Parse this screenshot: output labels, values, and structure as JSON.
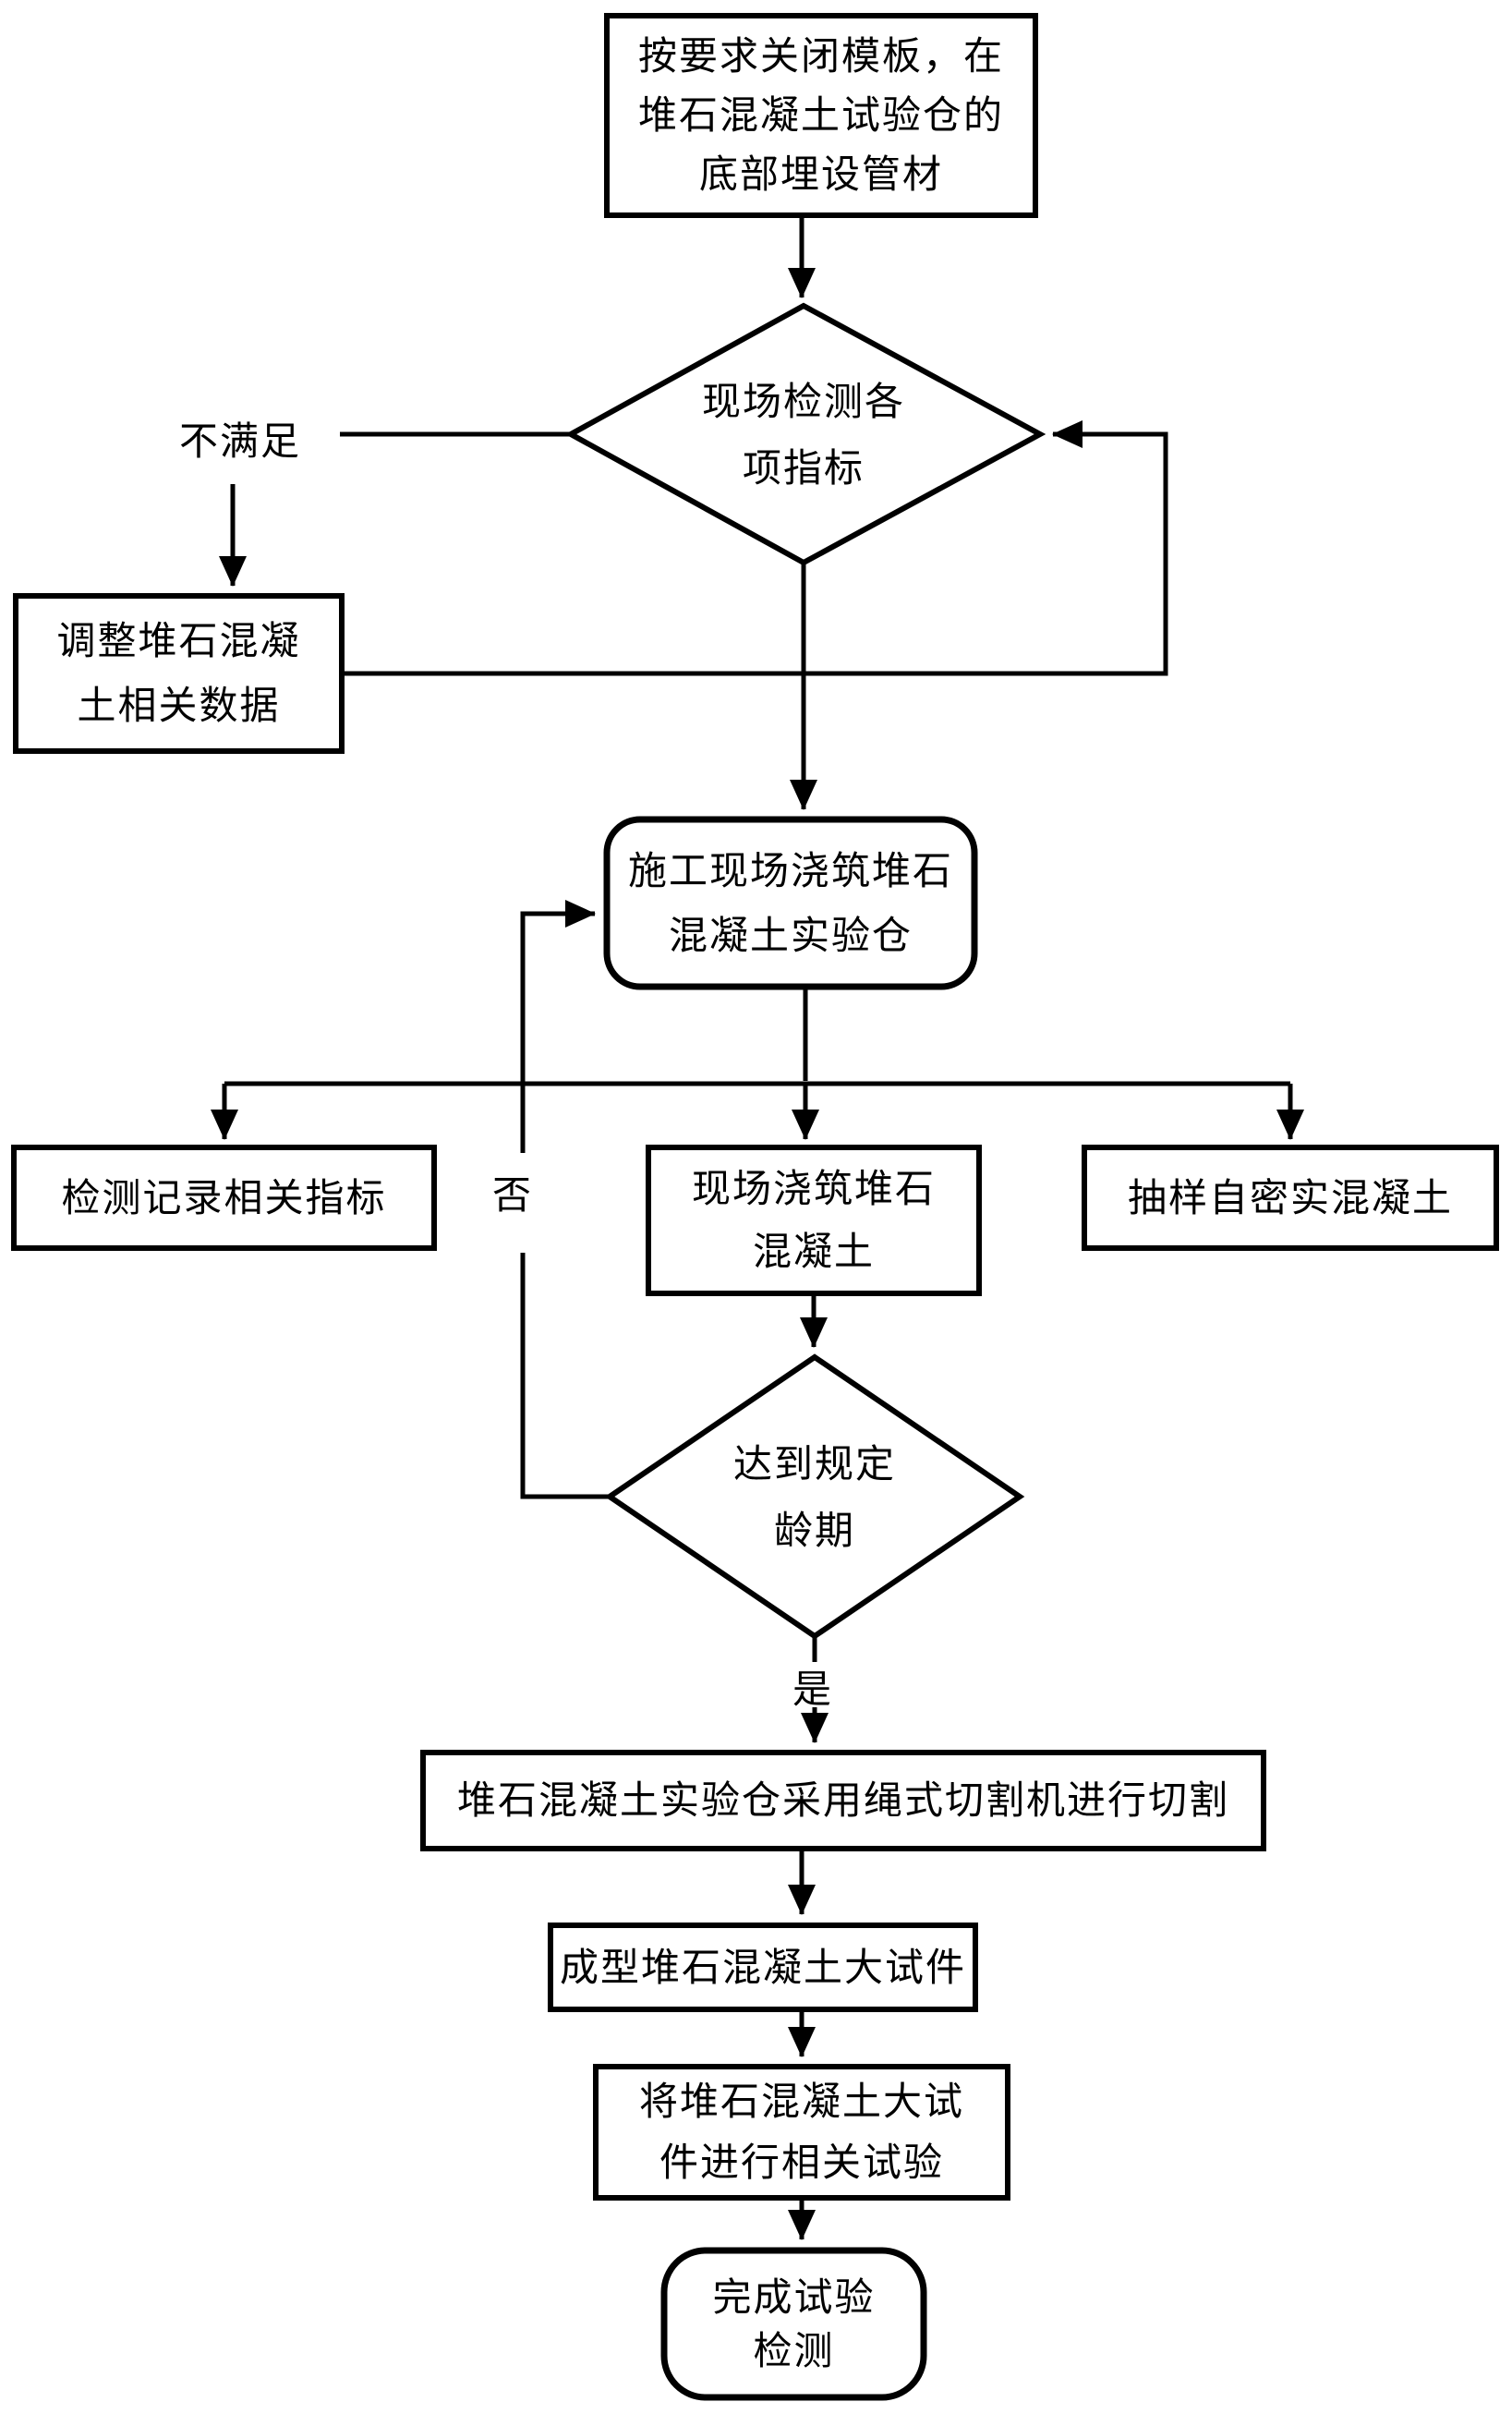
{
  "colors": {
    "ink": "#000000",
    "background": "#ffffff"
  },
  "nodes": {
    "close_formwork": {
      "lines": [
        "按要求关闭模板，在",
        "堆石混凝土试验仓的",
        "底部埋设管材"
      ]
    },
    "site_inspection": {
      "lines": [
        "现场检测各",
        "项指标"
      ]
    },
    "adjust_data": {
      "lines": [
        "调整堆石混凝",
        "土相关数据"
      ]
    },
    "pour_chamber": {
      "lines": [
        "施工现场浇筑堆石",
        "混凝土实验仓"
      ]
    },
    "record_indicators": {
      "lines": [
        "检测记录相关指标"
      ]
    },
    "pour_concrete": {
      "lines": [
        "现场浇筑堆石",
        "混凝土"
      ]
    },
    "sample_scc": {
      "lines": [
        "抽样自密实混凝土"
      ]
    },
    "reach_age": {
      "lines": [
        "达到规定",
        "龄期"
      ]
    },
    "wire_cut": {
      "lines": [
        "堆石混凝土实验仓采用绳式切割机进行切割"
      ]
    },
    "formed_specimen": {
      "lines": [
        "成型堆石混凝土大试件"
      ]
    },
    "perform_tests": {
      "lines": [
        "将堆石混凝土大试",
        "件进行相关试验"
      ]
    },
    "complete": {
      "lines": [
        "完成试验",
        "检测"
      ]
    }
  },
  "edge_labels": {
    "not_satisfied": "不满足",
    "no": "否",
    "yes": "是"
  }
}
